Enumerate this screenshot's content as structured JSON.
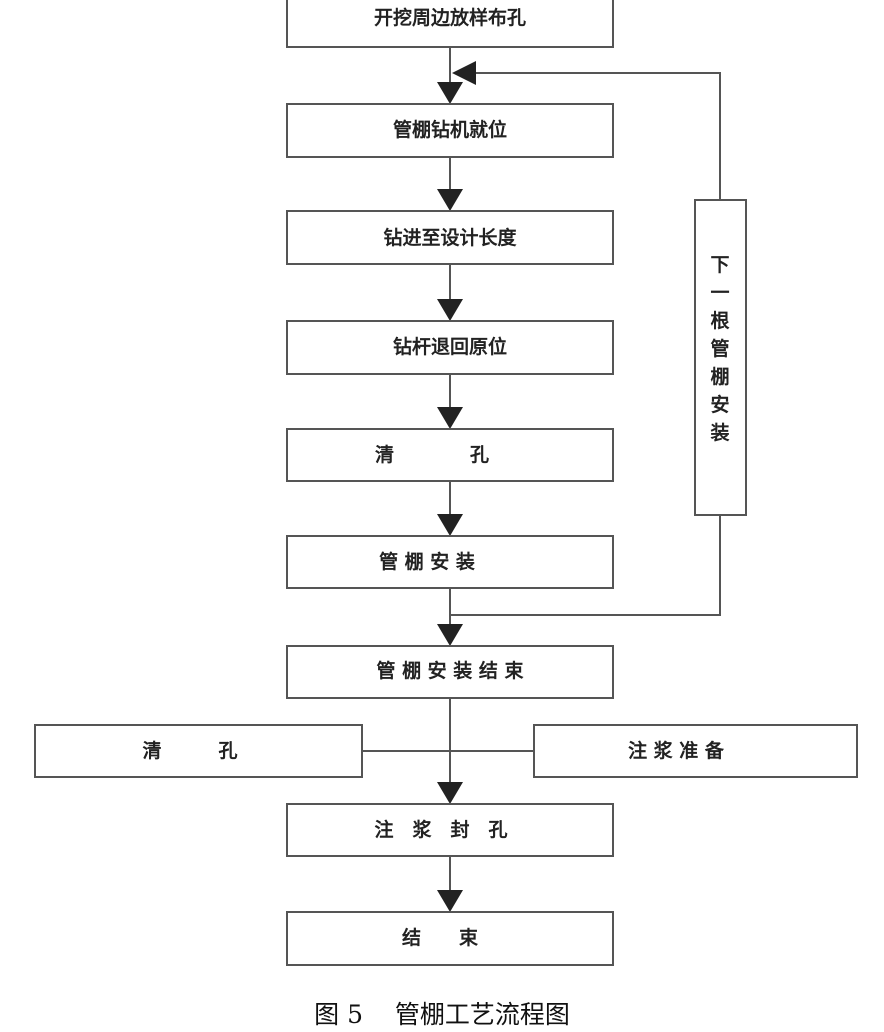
{
  "diagram": {
    "nodes": [
      {
        "id": "n1",
        "label": "开挖周边放样布孔"
      },
      {
        "id": "n2",
        "label": "管棚钻机就位"
      },
      {
        "id": "n3",
        "label": "钻进至设计长度"
      },
      {
        "id": "n4",
        "label": "钻杆退回原位"
      },
      {
        "id": "n5",
        "label": "清　　　　孔"
      },
      {
        "id": "n6",
        "label": "管 棚 安 装"
      },
      {
        "id": "n7",
        "label": "管 棚 安 装 结 束"
      },
      {
        "id": "n8",
        "label": "清　　　孔"
      },
      {
        "id": "n9",
        "label": "注 浆 准 备"
      },
      {
        "id": "n10",
        "label": "注　浆　封　孔"
      },
      {
        "id": "n11",
        "label": "结　　束"
      },
      {
        "id": "n12",
        "label": "下\n一\n根\n管\n棚\n安\n装"
      }
    ],
    "edges": [
      {
        "from": "n1",
        "to": "n2"
      },
      {
        "from": "n2",
        "to": "n3"
      },
      {
        "from": "n3",
        "to": "n4"
      },
      {
        "from": "n4",
        "to": "n5"
      },
      {
        "from": "n5",
        "to": "n6"
      },
      {
        "from": "n6",
        "to": "n7"
      },
      {
        "from": "n6",
        "to": "n12"
      },
      {
        "from": "n12",
        "to": "n2"
      },
      {
        "from": "n7",
        "to": "n10"
      },
      {
        "from": "n8",
        "to": "n10"
      },
      {
        "from": "n9",
        "to": "n10"
      },
      {
        "from": "n10",
        "to": "n11"
      }
    ]
  },
  "caption": {
    "figure": "图 5",
    "title": "管棚工艺流程图"
  },
  "colors": {
    "stroke": "#555555",
    "arrowhead": "#222222",
    "text": "#222222"
  }
}
